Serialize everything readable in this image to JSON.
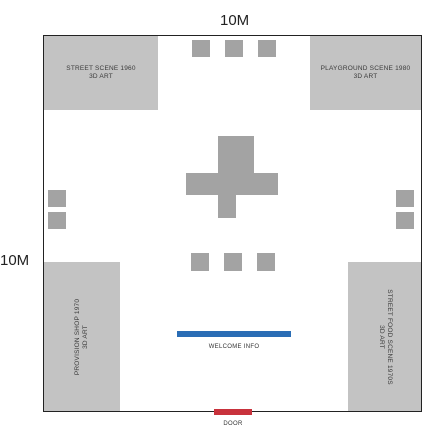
{
  "dimensions": {
    "width_label": "10M",
    "height_label": "10M"
  },
  "zones": {
    "top_left": {
      "line1": "STREET SCENE 1960",
      "line2": "3D ART"
    },
    "top_right": {
      "line1": "PLAYGROUND SCENE 1980",
      "line2": "3D ART"
    },
    "bottom_left": {
      "line1": "PROVISION SHOP 1970",
      "line2": "3D ART"
    },
    "bottom_right": {
      "line1": "STREET FOOD SCENE 1970S",
      "line2": "3D ART"
    }
  },
  "welcome": {
    "label": "WELCOME INFO",
    "color": "#2a6db5"
  },
  "door": {
    "label": "DOOR",
    "color": "#c8323c"
  },
  "colors": {
    "zone_fill": "#c3c3c3",
    "display_fill": "#a3a3a3",
    "wall": "#222222"
  }
}
